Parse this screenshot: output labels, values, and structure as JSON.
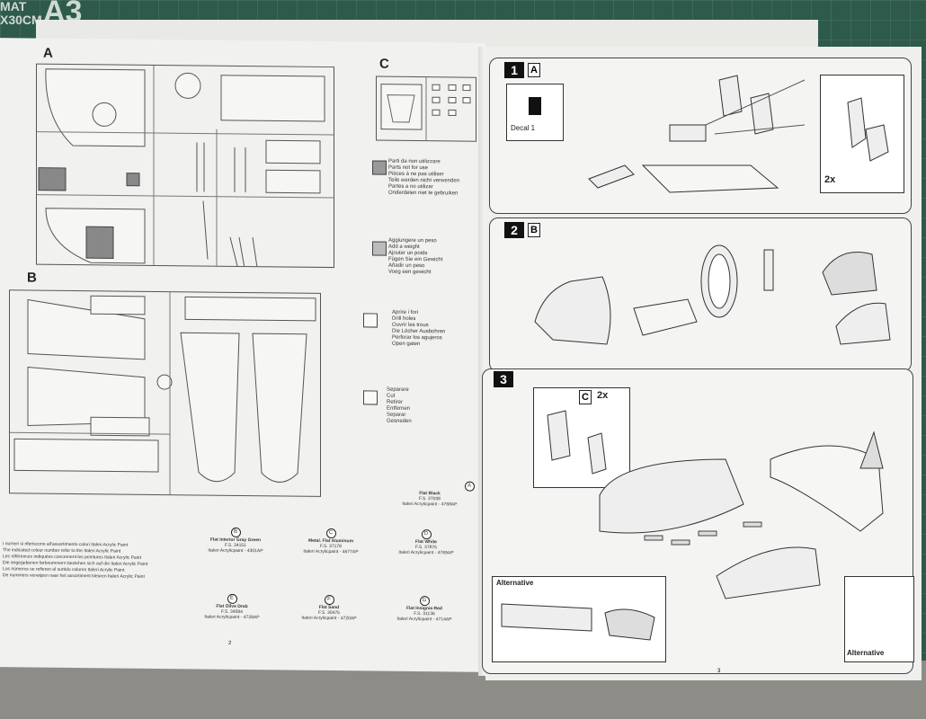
{
  "mat": {
    "label_line1": "MAT",
    "label_line2": "X30CM",
    "size": "A3"
  },
  "left_page": {
    "sprue_letters": [
      "A",
      "B",
      "C"
    ],
    "legend": [
      {
        "icon": "gray-box-icon",
        "lines": [
          "Parti da non utilizzare",
          "Parts not for use",
          "Pièces à ne pas utiliser",
          "Teile werden nicht verwenden",
          "Partes a no utilizar",
          "Onderdelen niet te gebruiken"
        ]
      },
      {
        "icon": "weight-icon",
        "lines": [
          "Aggiungere un peso",
          "Add a weight",
          "Ajouter un poids",
          "Fügen Sie ein Gewicht",
          "Añadir un peso",
          "Voeg een gewicht"
        ]
      },
      {
        "icon": "drill-icon",
        "lines": [
          "Aprire i fori",
          "Drill holes",
          "Ouvrir les trous",
          "Die Löcher Ausbohren",
          "Perforar los agujeros",
          "Open gaten"
        ]
      },
      {
        "icon": "cut-icon",
        "lines": [
          "Separare",
          "Cut",
          "Retirer",
          "Entfernen",
          "Separar",
          "Gesneden"
        ]
      }
    ],
    "paint_note": [
      "I numeri si riferiscono all'assortimento colori Italeri Acrylic Paint",
      "The indicated colour number refer to the Italeri Acrylic Paint",
      "Les références indiquées concernent les peintures Italeri Acrylic Paint",
      "Die angegebenen farbnummern beziehen sich auf die Italeri Acrylic Paint",
      "Los números se refieren al surtido colores Italeri Acrylic Paint",
      "De nummers verwijzen naar het assortiment kleuren Italeri Acrylic Paint"
    ],
    "paints": [
      {
        "letter": "A",
        "name": "Flat Black",
        "fs": "F.S. 37038",
        "code": "Italeri Acrylicpaint - 4768AP"
      },
      {
        "letter": "B",
        "name": "Flat Interior Gray Green",
        "fs": "F.S. 34151",
        "code": "Italeri Acrylicpaint - 4301AP"
      },
      {
        "letter": "C",
        "name": "Metal. Flat Aluminum",
        "fs": "F.S. 37178",
        "code": "Italeri Acrylicpaint - 4677AP"
      },
      {
        "letter": "D",
        "name": "Flat White",
        "fs": "F.S. 37875",
        "code": "Italeri Acrylicpaint - 4769AP"
      },
      {
        "letter": "E",
        "name": "Flat Olive Drab",
        "fs": "F.S. 34084",
        "code": "Italeri Acrylicpaint - 4728AP"
      },
      {
        "letter": "F",
        "name": "Flat Sand",
        "fs": "F.S. 30475",
        "code": "Italeri Acrylicpaint - 4720AP"
      },
      {
        "letter": "G",
        "name": "Flat Insignia Red",
        "fs": "F.S. 31136",
        "code": "Italeri Acrylicpaint - 4714AP"
      }
    ],
    "page_number": "2"
  },
  "right_page": {
    "steps": [
      {
        "number": "1",
        "sprue": "A"
      },
      {
        "number": "2",
        "sprue": "B"
      },
      {
        "number": "3",
        "sprue": ""
      }
    ],
    "step1_labels": {
      "decal": "Decal 1",
      "multiplier": "2x"
    },
    "step3_labels": {
      "sprue_c": "C",
      "multiplier": "2x",
      "alternative": "Alternative",
      "alternative2": "Alternative"
    },
    "page_number": "3"
  }
}
